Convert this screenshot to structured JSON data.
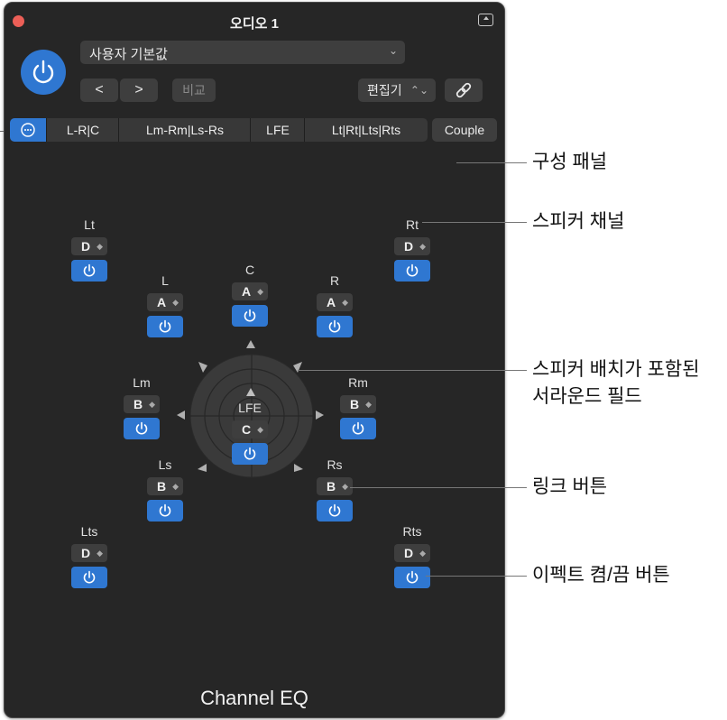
{
  "window": {
    "title": "오디오 1",
    "close_color": "#ec5f57",
    "accent": "#2f77d1"
  },
  "toolbar": {
    "preset": "사용자 기본값",
    "prev_label": "<",
    "next_label": ">",
    "compare_label": "비교",
    "editor_label": "편집기",
    "icons": [
      "power-icon",
      "chevron-left-icon",
      "chevron-right-icon",
      "link-icon",
      "share-icon",
      "ellipsis-icon"
    ]
  },
  "tabs": [
    "L-R|C",
    "Lm-Rm|Ls-Rs",
    "LFE",
    "Lt|Rt|Lts|Rts"
  ],
  "couple_label": "Couple",
  "speakers": {
    "lt": {
      "name": "Lt",
      "config": "D"
    },
    "rt": {
      "name": "Rt",
      "config": "D"
    },
    "l": {
      "name": "L",
      "config": "A"
    },
    "c": {
      "name": "C",
      "config": "A"
    },
    "r": {
      "name": "R",
      "config": "A"
    },
    "lm": {
      "name": "Lm",
      "config": "B"
    },
    "rm": {
      "name": "Rm",
      "config": "B"
    },
    "lfe": {
      "name": "LFE",
      "config": "C"
    },
    "ls": {
      "name": "Ls",
      "config": "B"
    },
    "rs": {
      "name": "Rs",
      "config": "B"
    },
    "lts": {
      "name": "Lts",
      "config": "D"
    },
    "rts": {
      "name": "Rts",
      "config": "D"
    }
  },
  "plugin_name": "Channel EQ",
  "callouts": {
    "config_panel": "구성 패널",
    "speaker_channel": "스피커 채널",
    "surround_field_line1": "스피커 배치가 포함된",
    "surround_field_line2": "서라운드 필드",
    "link_button": "링크 버튼",
    "effect_toggle": "이펙트 켬/끔 버튼"
  }
}
